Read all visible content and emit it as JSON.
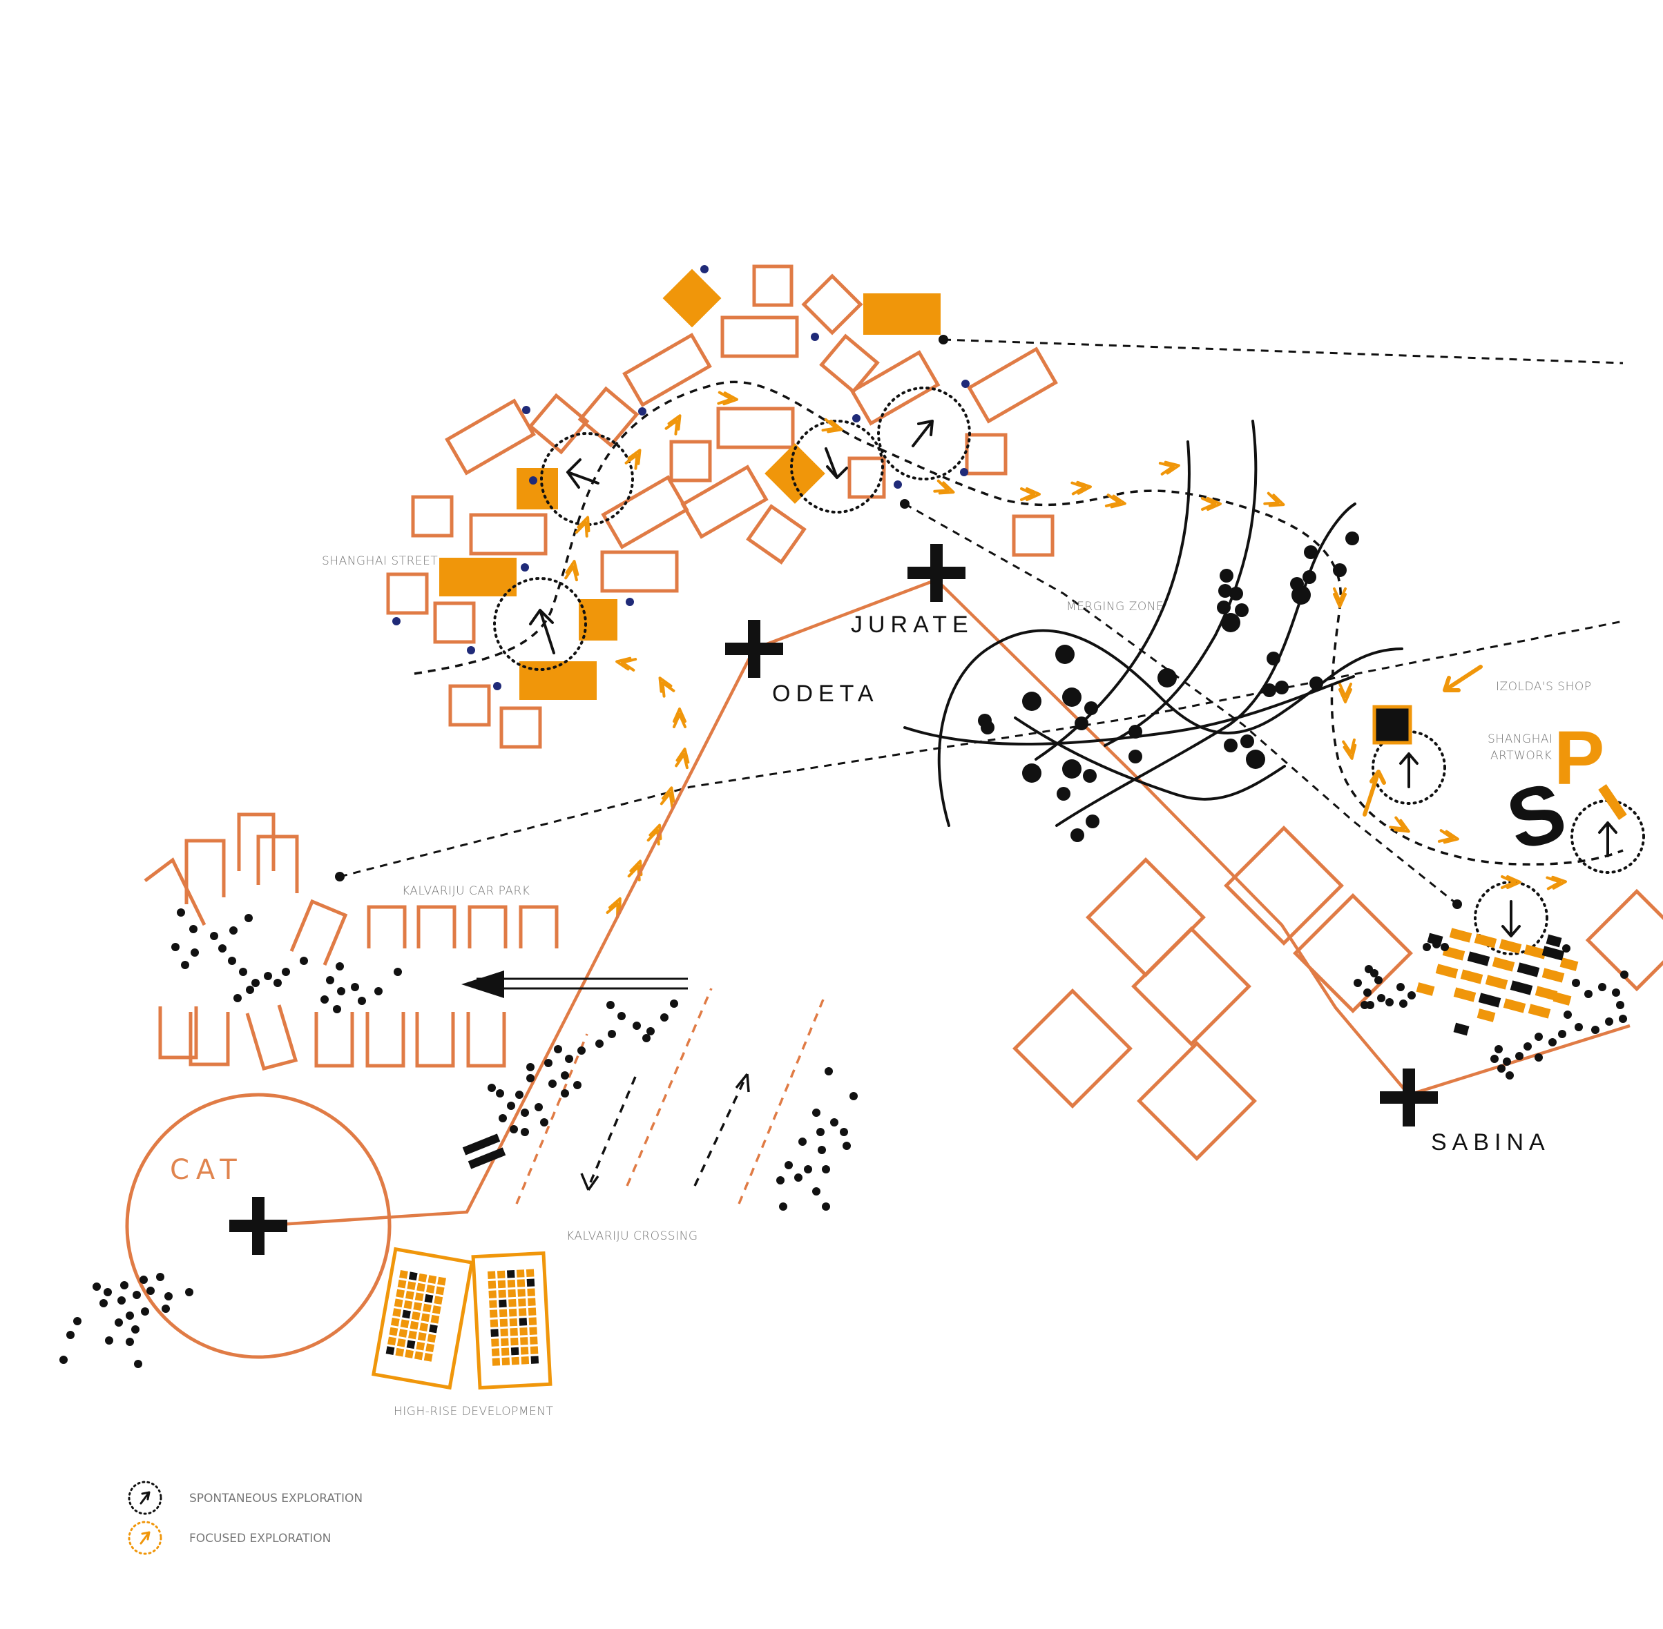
{
  "diagram": {
    "colors": {
      "orange_outline": "#e07b45",
      "orange_fill": "#f0960a",
      "black": "#111111",
      "navy_dot": "#1f2a78",
      "label_grey": "#777777"
    },
    "persons": [
      {
        "name": "CAT"
      },
      {
        "name": "ODETA"
      },
      {
        "name": "JURATE"
      },
      {
        "name": "SABINA"
      }
    ],
    "places": {
      "shanghai_street": "SHANGHAI STREET",
      "merging_zone": "MERGING ZONE",
      "izoldas_shop": "IZOLDA'S SHOP",
      "shanghai_artwork_line1": "SHANGHAI",
      "shanghai_artwork_line2": "ARTWORK",
      "kalvariju_car_park": "KALVARIJU CAR PARK",
      "kalvariju_crossing": "KALVARIJU CROSSING",
      "high_rise_development": "HIGH-RISE DEVELOPMENT"
    },
    "artwork_letters": {
      "p": "P",
      "s": "S"
    },
    "legend": [
      {
        "icon": "spontaneous-exploration-icon",
        "label": "SPONTANEOUS EXPLORATION"
      },
      {
        "icon": "focused-exploration-icon",
        "label": "FOCUSED EXPLORATION"
      }
    ]
  }
}
